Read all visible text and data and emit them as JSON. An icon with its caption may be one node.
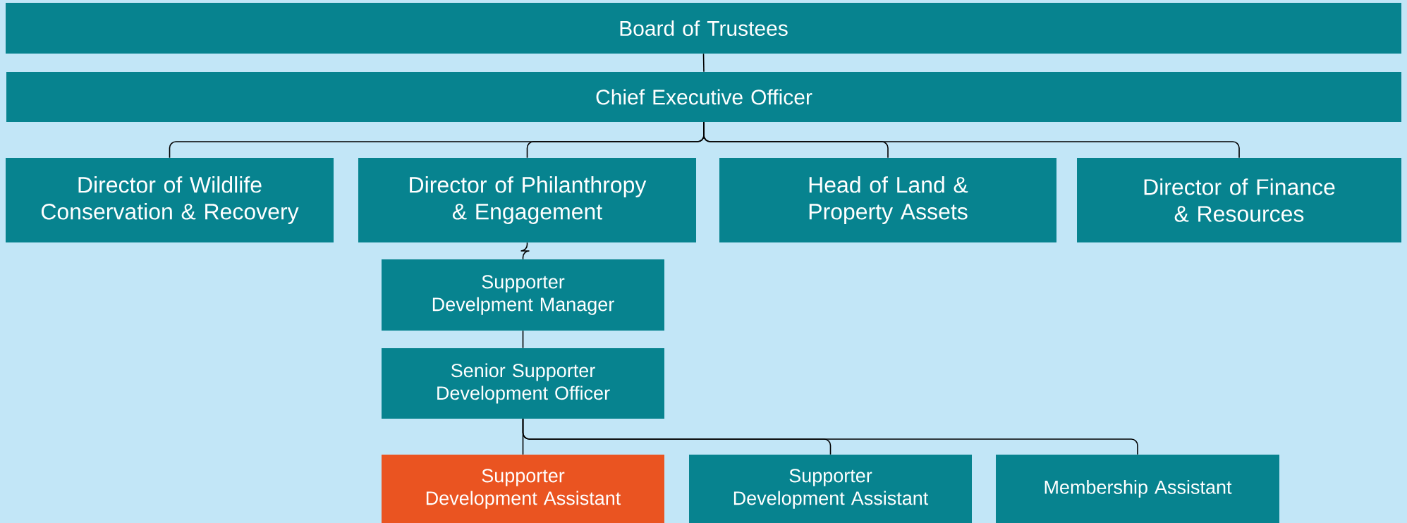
{
  "diagram": {
    "nodes": [
      {
        "text": [
          "Board of Trustees"
        ]
      },
      {
        "text": [
          "Chief Executive Officer"
        ]
      },
      {
        "text": [
          "Director of Wildlife Conservation & Recovery"
        ]
      },
      {
        "text": [
          "Director of Philanthropy & Engagement"
        ]
      },
      {
        "text": [
          "Head of Land & Property Assets"
        ]
      },
      {
        "text": [
          "Director of Finance & Resources"
        ]
      },
      {
        "text": [
          "Supporter Develpment Manager"
        ]
      },
      {
        "text": [
          "Senior Supporter Development Officer"
        ]
      },
      {
        "text": [
          "Supporter Development Assistant"
        ]
      },
      {
        "text": [
          "Supporter Development Assistant"
        ]
      },
      {
        "text": [
          "Membership Assistant"
        ]
      }
    ],
    "edges": [
      {
        "from": 0,
        "to": 1,
        "arrow": "none"
      },
      {
        "from": 1,
        "to": 2,
        "arrow": "none"
      },
      {
        "from": 1,
        "to": 3,
        "arrow": "none"
      },
      {
        "from": 1,
        "to": 4,
        "arrow": "none"
      },
      {
        "from": 1,
        "to": 5,
        "arrow": "none"
      },
      {
        "from": 3,
        "to": 6,
        "arrow": "none"
      },
      {
        "from": 6,
        "to": 7,
        "arrow": "none"
      },
      {
        "from": 7,
        "to": 8,
        "arrow": "none"
      },
      {
        "from": 7,
        "to": 9,
        "arrow": "none"
      },
      {
        "from": 7,
        "to": 10,
        "arrow": "none"
      }
    ]
  }
}
